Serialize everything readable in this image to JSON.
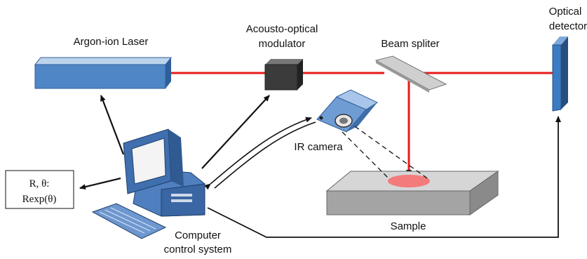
{
  "labels": {
    "laser": "Argon-ion Laser",
    "aom_line1": "Acousto-optical",
    "aom_line2": "modulator",
    "beam_splitter": "Beam spliter",
    "detector_line1": "Optical",
    "detector_line2": "detector",
    "ir_camera": "IR camera",
    "sample": "Sample",
    "computer_line1": "Computer",
    "computer_line2": "control system",
    "output_line1": "R, θ:",
    "output_line2": "Rexp(θ)"
  },
  "colors": {
    "beam": "#e81a1a",
    "laser_top": "#bcd3ec",
    "laser_front": "#4f86c6",
    "laser_side": "#2f5f9a",
    "aom": "#3b3b3b",
    "detector": "#3c7cc4",
    "sample_top": "#d6d6d6",
    "sample_side": "#a4a4a4",
    "spot": "#f47b7b",
    "camera": "#6f9cd3"
  }
}
